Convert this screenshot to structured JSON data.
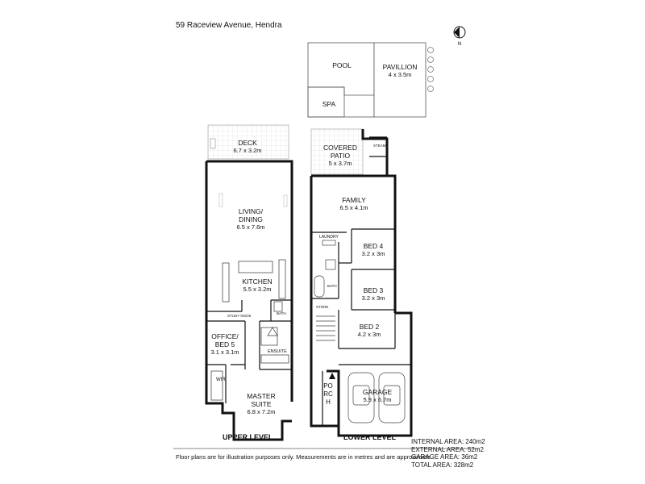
{
  "address": "59 Raceview Avenue, Hendra",
  "north_label": "N",
  "rooms": {
    "pool": "POOL",
    "spa": "SPA",
    "pavillion": {
      "name": "PAVILLION",
      "dims": "4 x 3.5m"
    },
    "deck": {
      "name": "DECK",
      "dims": "6.7 x 3.2m"
    },
    "living": {
      "name_line1": "LIVING/",
      "name_line2": "DINING",
      "dims": "6.5 x 7.6m"
    },
    "kitchen": {
      "name": "KITCHEN",
      "dims": "5.5 x 3.2m"
    },
    "office": {
      "name_line1": "OFFICE/",
      "name_line2": "BED 5",
      "dims": "3.1 x 3.1m"
    },
    "master": {
      "name_line1": "MASTER",
      "name_line2": "SUITE",
      "dims": "6.8 x 7.2m"
    },
    "covered_patio": {
      "name_line1": "COVERED",
      "name_line2": "PATIO",
      "dims": "5 x 3.7m"
    },
    "family": {
      "name": "FAMILY",
      "dims": "6.5 x 4.1m"
    },
    "bed4": {
      "name": "BED 4",
      "dims": "3.2 x 3m"
    },
    "bed3": {
      "name": "BED 3",
      "dims": "3.2 x 3m"
    },
    "bed2": {
      "name": "BED 2",
      "dims": "4.2 x 3m"
    },
    "garage": {
      "name": "GARAGE",
      "dims": "5.9 x 6.7m"
    },
    "porch": "PORCH",
    "laundry": "LAUNDRY",
    "bath_lower": "BATH",
    "bath_upper": "BATH",
    "ensuite": "ENSUITE",
    "wir": "WIR",
    "steam": "STEAM",
    "study_nook": "STUDY NOOK",
    "store": "STORE"
  },
  "levels": {
    "upper": "UPPER LEVEL",
    "lower": "LOWER LEVEL"
  },
  "areas": {
    "internal": "INTERNAL AREA: 240m2",
    "external": "EXTERNAL AREA: 52m2",
    "garage": "GARAGE AREA: 36m2",
    "total": "TOTAL AREA: 328m2"
  },
  "disclaimer": "Floor plans are for illustration purposes only. Measurements are in metres and are approximate."
}
